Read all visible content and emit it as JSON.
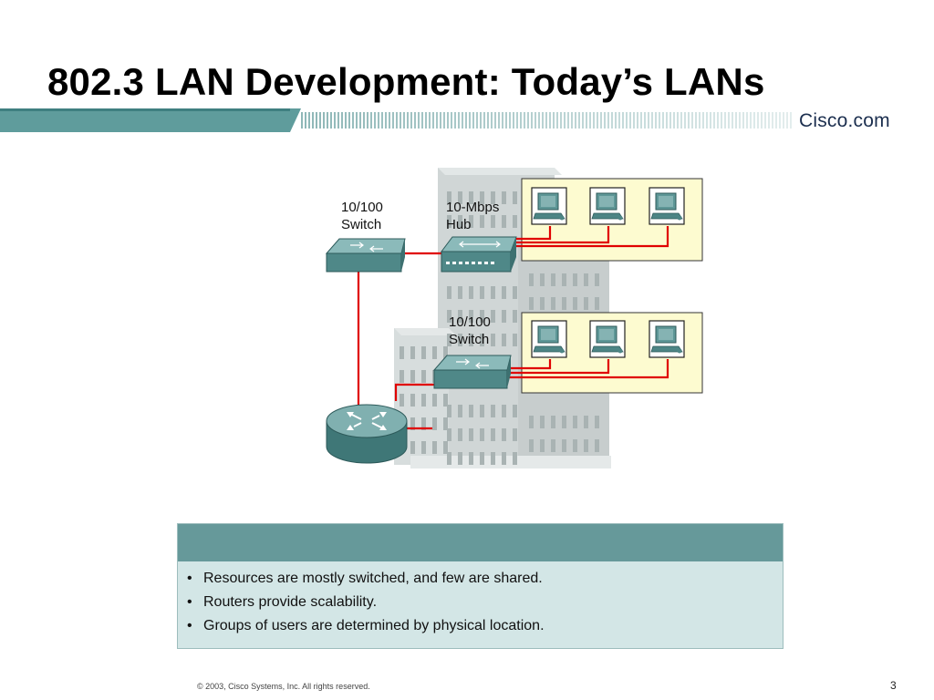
{
  "slide": {
    "title": "802.3 LAN Development:  Today’s LANs",
    "brand": "Cisco.com",
    "footer": "© 2003, Cisco Systems, Inc. All rights reserved.",
    "page_number": "3"
  },
  "diagram": {
    "labels": {
      "switch_top": [
        "10/100",
        "Switch"
      ],
      "hub": [
        "10-Mbps",
        "Hub"
      ],
      "switch_bottom": [
        "10/100",
        "Switch"
      ]
    },
    "colors": {
      "link": "#e00000",
      "device": "#5e9797",
      "workgroup_box": "#fdfbd0",
      "building": "#d0d6d6"
    }
  },
  "notes": {
    "bullets": [
      "Resources are mostly switched, and few are shared.",
      "Routers provide scalability.",
      "Groups of users are determined by physical location."
    ]
  }
}
